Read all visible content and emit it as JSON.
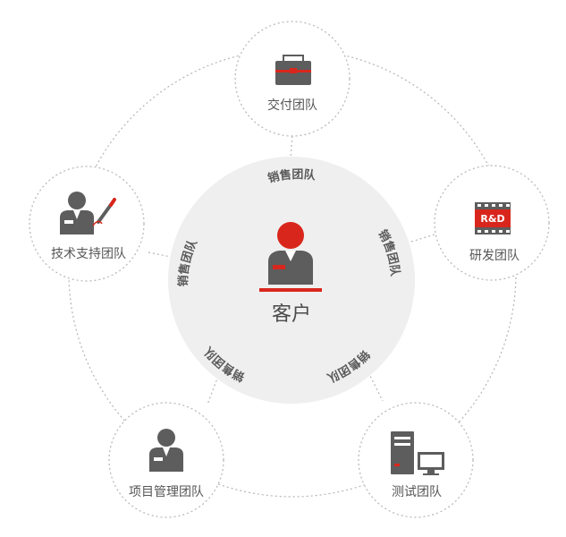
{
  "center": {
    "label": "客户"
  },
  "ring_labels": [
    "销售团队",
    "销售团队",
    "销售团队",
    "销售团队",
    "销售团队"
  ],
  "nodes": [
    {
      "label": "交付团队",
      "icon": "briefcase-icon"
    },
    {
      "label": "研发团队",
      "icon": "rd-film-icon",
      "badge": "R&D"
    },
    {
      "label": "测试团队",
      "icon": "computer-icon"
    },
    {
      "label": "项目管理团队",
      "icon": "manager-person-icon"
    },
    {
      "label": "技术支持团队",
      "icon": "support-person-pen-icon"
    }
  ],
  "colors": {
    "accent": "#d9261c",
    "icon_gray": "#5d5d5d",
    "center_fill": "#efefef",
    "dotted_line": "#b5b5b5",
    "text": "#555555"
  }
}
